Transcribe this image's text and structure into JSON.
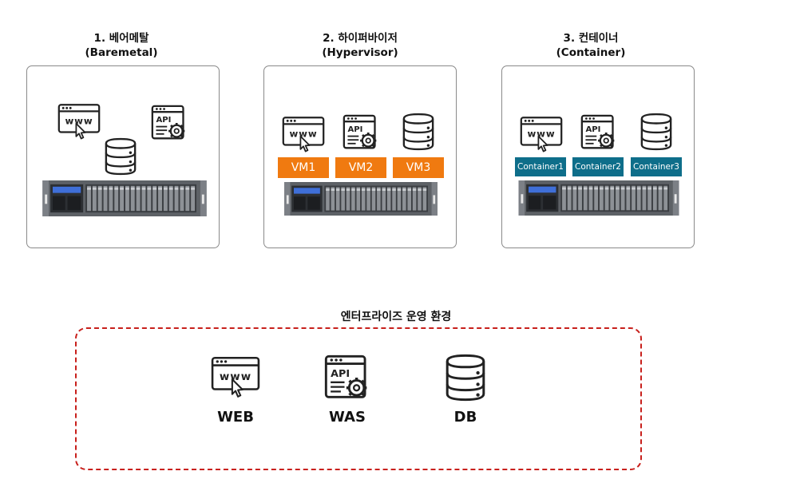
{
  "sections": [
    {
      "title": "1. 베어메탈",
      "subtitle": "(Baremetal)"
    },
    {
      "title": "2. 하이퍼바이저",
      "subtitle": "(Hypervisor)",
      "vms": [
        "VM1",
        "VM2",
        "VM3"
      ]
    },
    {
      "title": "3. 컨테이너",
      "subtitle": "(Container)",
      "containers": [
        "Container1",
        "Container2",
        "Container3"
      ]
    }
  ],
  "enterprise": {
    "title": "엔터프라이즈 운영 환경",
    "items": [
      {
        "label": "WEB",
        "icon": "www-browser-icon"
      },
      {
        "label": "WAS",
        "icon": "api-gear-icon"
      },
      {
        "label": "DB",
        "icon": "database-icon"
      }
    ]
  },
  "icons": {
    "www_text": "www",
    "api_text": "API"
  },
  "colors": {
    "vm": "#f07a10",
    "container": "#0e6e8a",
    "env_border": "#c8201c",
    "panel_border": "#8a8a8a"
  }
}
